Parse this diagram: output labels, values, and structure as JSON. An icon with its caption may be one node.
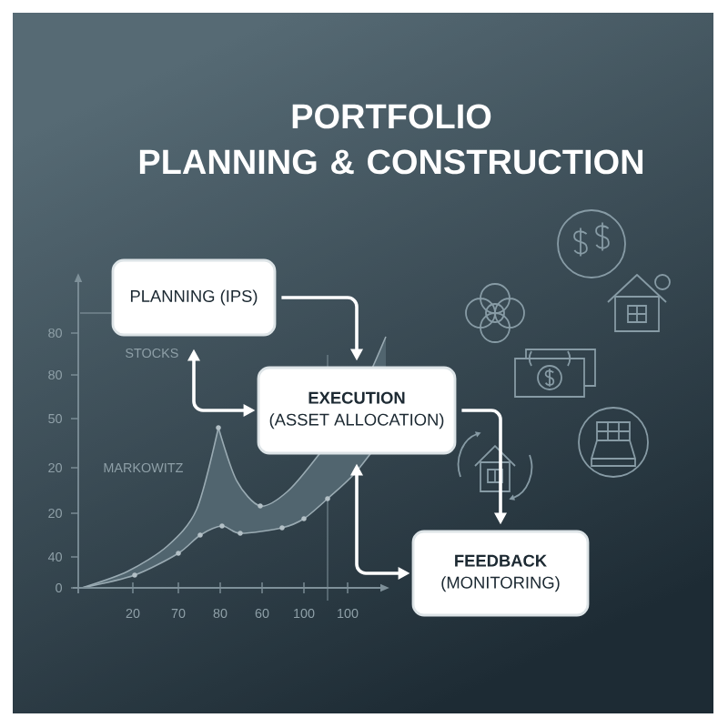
{
  "diagram": {
    "title": "PORTFOLIO PLANNING & CONSTRUCTION",
    "nodes": [
      {
        "text": [
          "PLANNING (IPS)"
        ]
      },
      {
        "text": [
          "EXECUTION",
          "(ASSET ALLOCATION)"
        ]
      },
      {
        "text": [
          "FEEDBACK",
          "(MONITORING)"
        ]
      }
    ],
    "edges": [
      {
        "from": 0,
        "to": 1,
        "arrow": "to"
      },
      {
        "from": 1,
        "to": 0,
        "arrow": "both"
      },
      {
        "from": 1,
        "to": 2,
        "arrow": "to"
      },
      {
        "from": 2,
        "to": 1,
        "arrow": "both"
      }
    ],
    "labels": [
      "80",
      "STOCKS",
      "80",
      "50",
      "20",
      "MARKOWITZ",
      "20",
      "40",
      "0",
      "20",
      "70",
      "80",
      "60",
      "100",
      "100"
    ]
  }
}
